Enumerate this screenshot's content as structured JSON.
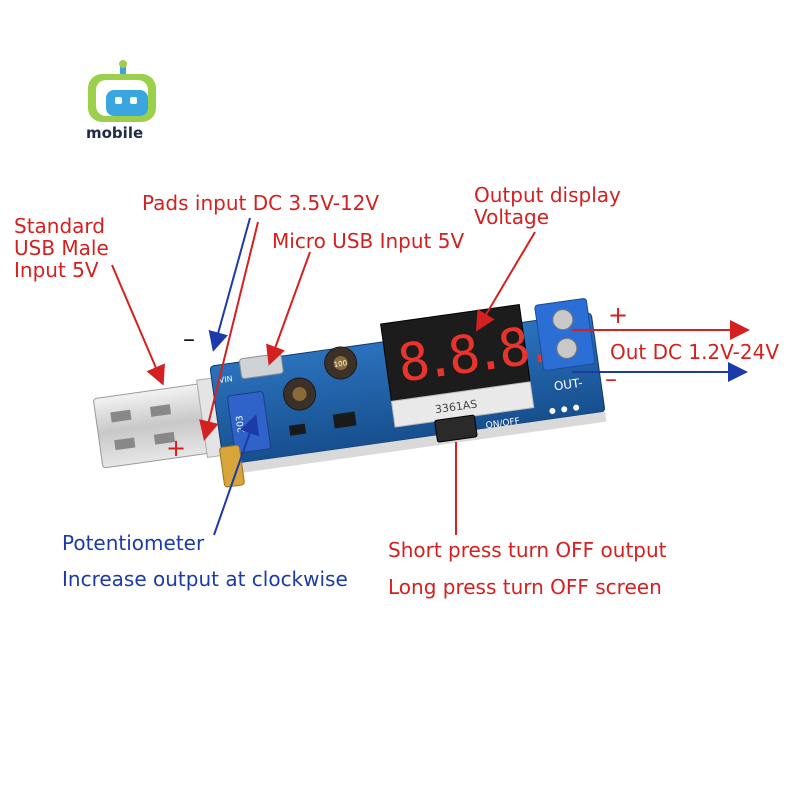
{
  "brand": {
    "name": "mobile"
  },
  "labels": {
    "usb_male": [
      "Standard",
      "USB Male",
      "Input 5V"
    ],
    "pads_input": "Pads input DC 3.5V-12V",
    "micro_usb": "Micro USB Input 5V",
    "output_display": [
      "Output display",
      "Voltage"
    ],
    "out_dc": "Out DC 1.2V-24V",
    "potentiometer": [
      "Potentiometer",
      "Increase output at clockwise"
    ],
    "button": [
      "Short press turn OFF output",
      "Long press turn OFF screen"
    ]
  },
  "signs": {
    "plus": "+",
    "minus": "–"
  },
  "board": {
    "display_digits": "8.8.8.",
    "chip_text": "3361AS",
    "out_label": "OUT-",
    "button_label": "ON/OFF",
    "pot_code": "203",
    "vin_label": "VIN",
    "inductor_code": "100"
  },
  "colors": {
    "board": "#1e5fa5",
    "annotation_red": "#d42020",
    "annotation_blue": "#1c3aa8",
    "display_segment": "#e8342c",
    "logo_green": "#9ccf4b",
    "logo_blue": "#3aa6e0"
  },
  "icons": {
    "brand": "robot-logo-icon"
  }
}
